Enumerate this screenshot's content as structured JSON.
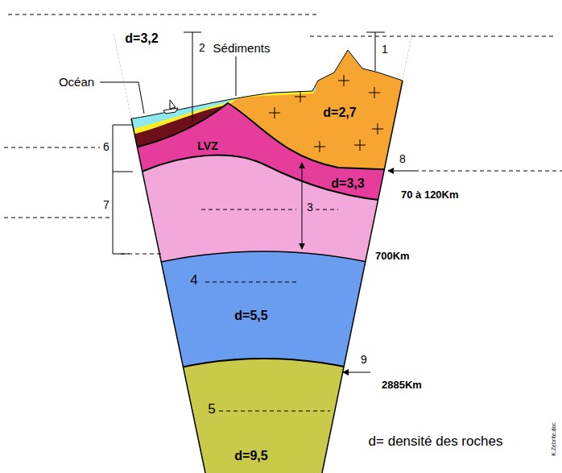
{
  "diagram": {
    "nodes": [
      {
        "text": [
          "d=2,7"
        ]
      },
      {
        "text": [
          "d=3,3"
        ]
      },
      {
        "text": [
          "d=5,5"
        ]
      },
      {
        "text": [
          "d=9,5"
        ]
      }
    ],
    "labels": [
      "d=3,2",
      "2",
      "Sédiments",
      "1",
      "Océan",
      "6",
      "LVZ",
      "8",
      "70 à 120Km",
      "3",
      "7",
      "700Km",
      "4",
      "9",
      "2885Km",
      "5",
      "d= densité des roches",
      "K.Zebrite.doc"
    ]
  }
}
